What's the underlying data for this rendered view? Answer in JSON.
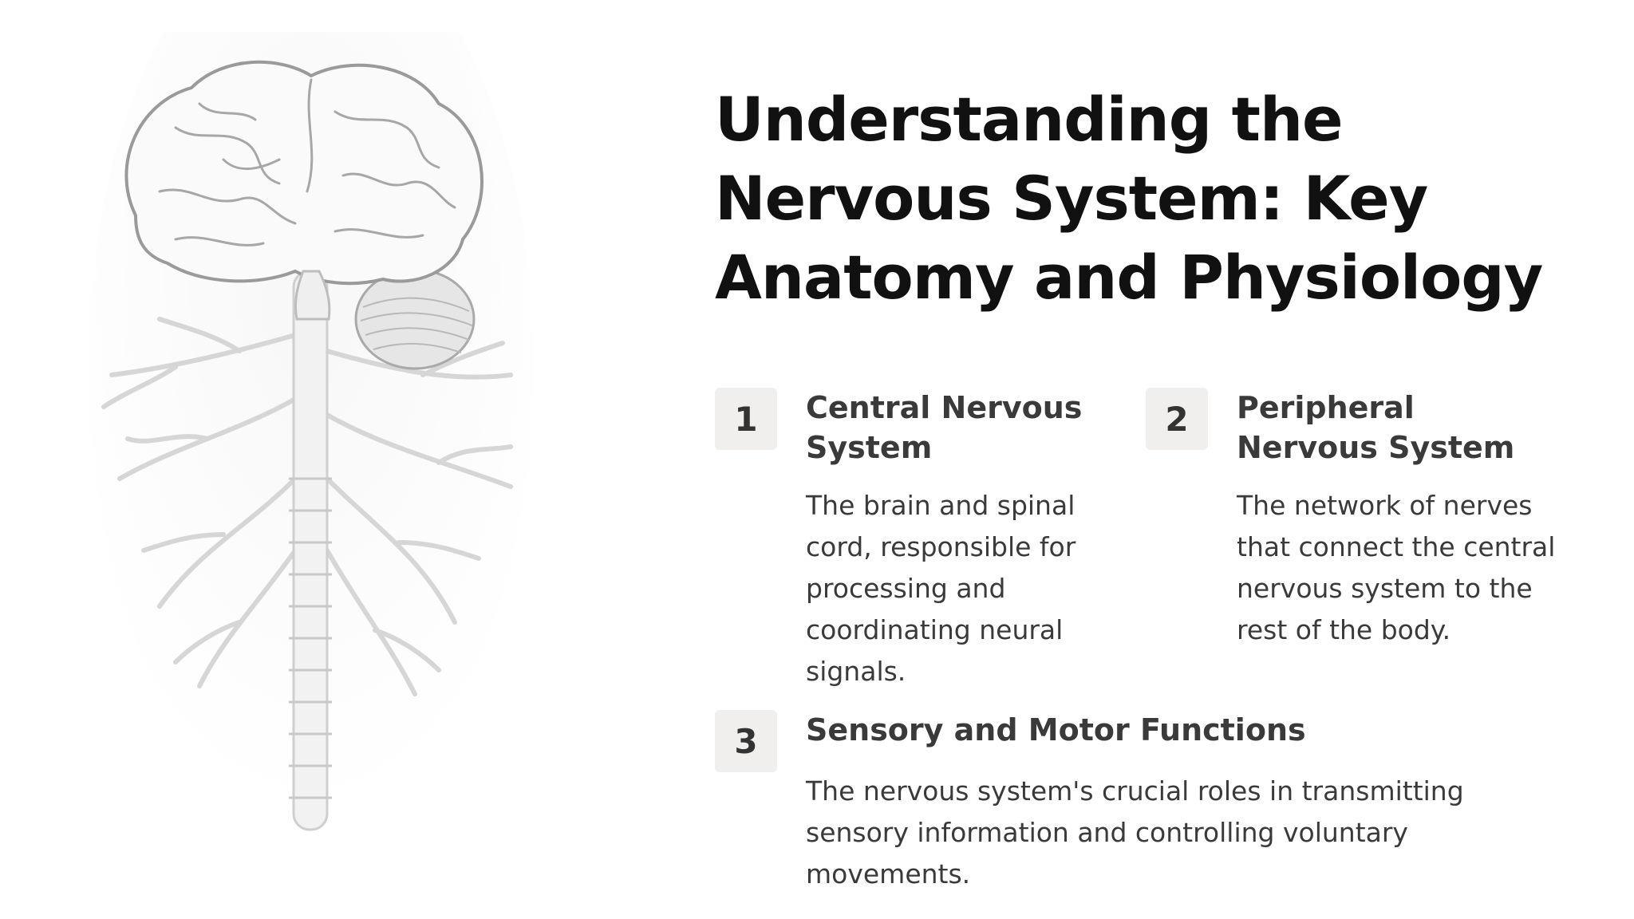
{
  "slide": {
    "title": "Understanding the Nervous System: Key Anatomy and Physiology",
    "illustration": {
      "icon": "brain-spinal-cord-illustration"
    },
    "items": [
      {
        "number": "1",
        "title": "Central Nervous System",
        "description": "The brain and spinal cord, responsible for processing and coordinating neural signals."
      },
      {
        "number": "2",
        "title": "Peripheral Nervous System",
        "description": "The network of nerves that connect the central nervous system to the rest of the body."
      },
      {
        "number": "3",
        "title": "Sensory and Motor Functions",
        "description": "The nervous system's crucial roles in transmitting sensory information and controlling voluntary movements."
      }
    ]
  }
}
